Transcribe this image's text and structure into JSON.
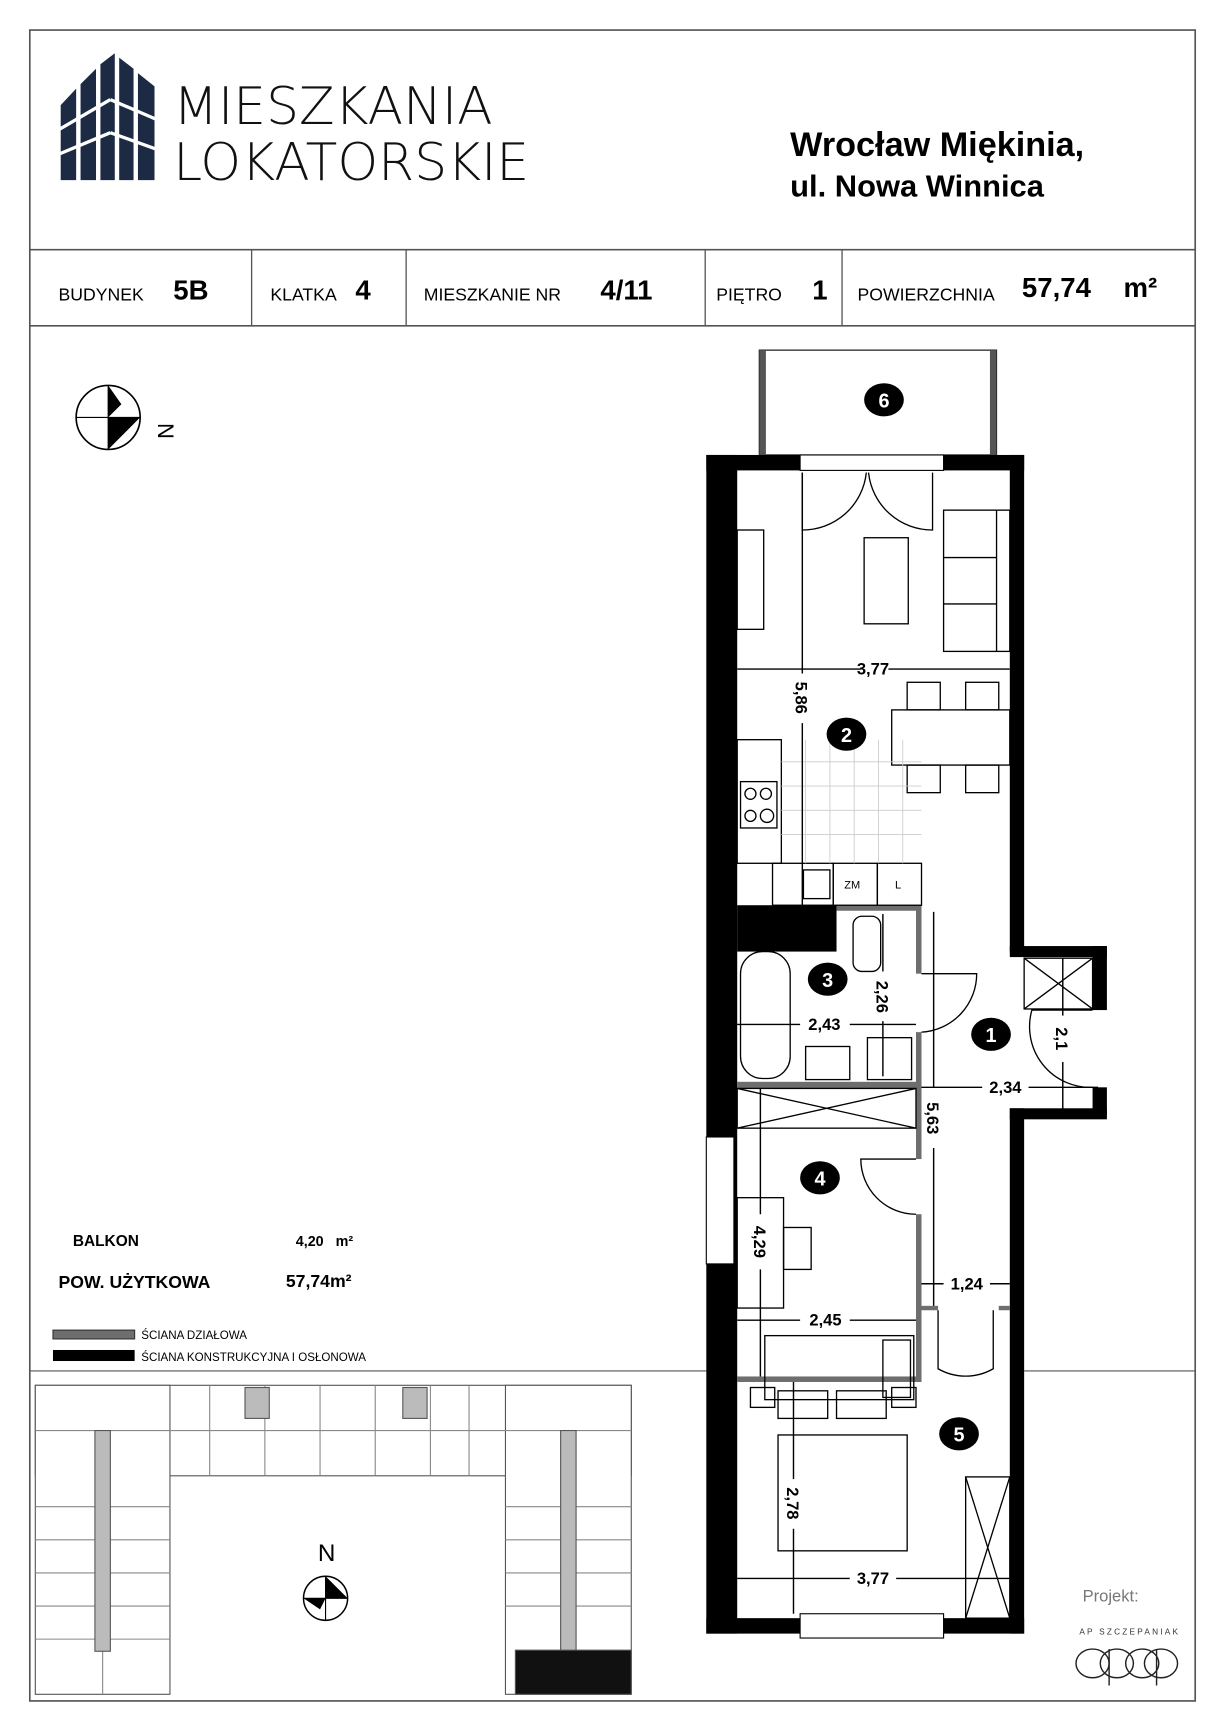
{
  "brand": {
    "line1": "MIESZKANIA",
    "line2": "LOKATORSKIE",
    "color": "#1c2a44"
  },
  "address": {
    "line1": "Wrocław Miękinia,",
    "line2": "ul. Nowa Winnica"
  },
  "info": {
    "building_label": "BUDYNEK",
    "building_value": "5B",
    "stair_label": "KLATKA",
    "stair_value": "4",
    "apt_label": "MIESZKANIE NR",
    "apt_value": "4/11",
    "floor_label": "PIĘTRO",
    "floor_value": "1",
    "area_label": "POWIERZCHNIA",
    "area_value": "57,74",
    "area_unit": "m²"
  },
  "compass": {
    "north_label": "N"
  },
  "summary": {
    "balcony_label": "BALKON",
    "balcony_value": "4,20   m²",
    "usable_label": "POW. UŻYTKOWA",
    "usable_value": "57,74m²"
  },
  "legend": [
    {
      "label": "ŚCIANA DZIAŁOWA",
      "color": "#6e6e6e"
    },
    {
      "label": "ŚCIANA KONSTRUKCYJNA I OSŁONOWA",
      "color": "#000000"
    }
  ],
  "rooms": [
    "1",
    "2",
    "3",
    "4",
    "5",
    "6"
  ],
  "kitchen": {
    "fridge": "ZM",
    "washer": "L"
  },
  "dimensions": {
    "living_width": "3,77",
    "living_length": "5,86",
    "bath_length": "2,26",
    "bath_width": "2,43",
    "entry_door": "2,1",
    "hall_width": "2,34",
    "hall_length": "5,63",
    "corridor_width": "1,24",
    "room4_length": "4,29",
    "room4_width": "2,45",
    "room5_length": "2,78",
    "room5_width": "3,77"
  },
  "site": {
    "north_label": "N"
  },
  "credits": {
    "label": "Projekt:",
    "firm": "AP SZCZEPANIAK",
    "logo_text": "apap"
  }
}
